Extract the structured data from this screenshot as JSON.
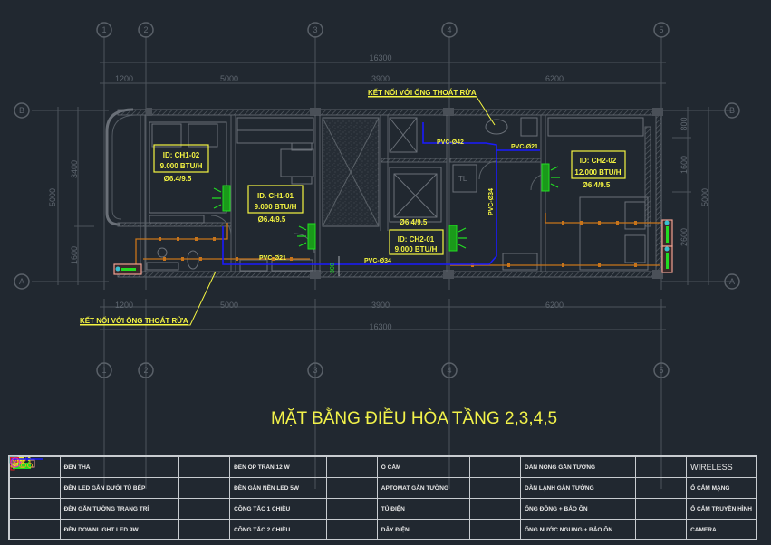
{
  "drawing": {
    "title": "MẶT BẰNG ĐIỀU HÒA TẦNG 2,3,4,5",
    "grid_axes_top": [
      "1",
      "2",
      "3",
      "4",
      "5"
    ],
    "grid_axes_side": [
      "B",
      "A"
    ],
    "dimensions_top": {
      "total": "16300",
      "spans": [
        "1200",
        "5000",
        "3900",
        "6200"
      ]
    },
    "dimensions_bottom": {
      "total": "16300",
      "spans": [
        "1200",
        "5000",
        "3900",
        "6200"
      ]
    },
    "dimensions_left": {
      "total": "5000",
      "spans": [
        "3400",
        "1600"
      ]
    },
    "dimensions_right": {
      "total": "5000",
      "spans": [
        "800",
        "1600",
        "2600"
      ]
    },
    "annotations": {
      "drain_top": "KẾT NỐI VỚI ỐNG THOÁT RỬA",
      "drain_bottom": "KẾT NỐI VỚI ỐNG THOÁT RỬA"
    },
    "units": [
      {
        "id": "ID: CH1-02",
        "capacity": "9.000 BTU/H",
        "pipe": "Ø6.4/9.5"
      },
      {
        "id": "ID. CH1-01",
        "capacity": "9.000 BTU/H",
        "pipe": "Ø6.4/9.5"
      },
      {
        "id": "ID: CH2-01",
        "capacity": "9.000 BTU/H",
        "pipe": "Ø6.4/9.5"
      },
      {
        "id": "ID: CH2-02",
        "capacity": "12.000 BTU/H",
        "pipe": "Ø6.4/9.5"
      }
    ],
    "pipes": {
      "pvc_1": "PVC-Ø21",
      "pvc_2": "PVC-Ø42",
      "pvc_3": "PVC-Ø21",
      "pvc_4": "PVC-Ø34",
      "pvc_5": "PVC-Ø34",
      "riser": "300",
      "toilet_label": "TL"
    }
  },
  "legend": {
    "rows": [
      [
        {
          "symbol": "pendant-light",
          "label": "ĐÈN THẢ"
        },
        {
          "symbol": "ceiling-light",
          "label": "ĐÈN ỐP TRẦN 12 W"
        },
        {
          "symbol": "socket",
          "label": "Ổ CẮM"
        },
        {
          "symbol": "outdoor-unit",
          "label": "DÀN NÓNG GẮN TƯỜNG"
        },
        {
          "symbol": "wireless",
          "label": "WIRELESS"
        }
      ],
      [
        {
          "symbol": "led-strip",
          "label": "ĐÈN LED GẮN DƯỚI TỦ BẾP"
        },
        {
          "symbol": "recessed-light",
          "label": "ĐÈN GẮN NỀN LED 5W"
        },
        {
          "symbol": "breaker",
          "label": "APTOMAT GẮN TƯỜNG"
        },
        {
          "symbol": "indoor-unit",
          "label": "DÀN LẠNH GẮN TƯỜNG"
        },
        {
          "symbol": "data-socket",
          "label": "Ổ CẮM MẠNG"
        }
      ],
      [
        {
          "symbol": "wall-light",
          "label": "ĐÈN GẮN TƯỜNG TRANG TRÍ"
        },
        {
          "symbol": "switch-1way",
          "label": "CÔNG TẮC 1 CHIỀU"
        },
        {
          "symbol": "panel",
          "label": "TỦ ĐIỆN"
        },
        {
          "symbol": "copper-pipe",
          "label": "ỐNG ĐỒNG + BẢO ÔN"
        },
        {
          "symbol": "tv-socket",
          "label": "Ổ CẮM TRUYỀN HÌNH"
        }
      ],
      [
        {
          "symbol": "downlight",
          "label": "ĐÈN DOWNLIGHT LED 9W"
        },
        {
          "symbol": "switch-2way",
          "label": "CÔNG TẮC 2 CHIỀU"
        },
        {
          "symbol": "wire",
          "label": "DÂY ĐIỆN"
        },
        {
          "symbol": "drain-pipe",
          "label": "ỐNG NƯỚC NGƯNG + BẢO ÔN"
        },
        {
          "symbol": "camera",
          "label": "CAMERA"
        }
      ]
    ]
  },
  "colors": {
    "background": "#212830",
    "grid": "#5f6770",
    "wall": "#6a7078",
    "annotation": "#f5f542",
    "indoor_unit": "#22dd22",
    "copper_pipe": "#c8741a",
    "drain_pipe": "#1a1aff",
    "outdoor_unit_border": "#f0a090",
    "legend_border": "#c8ccd0"
  }
}
